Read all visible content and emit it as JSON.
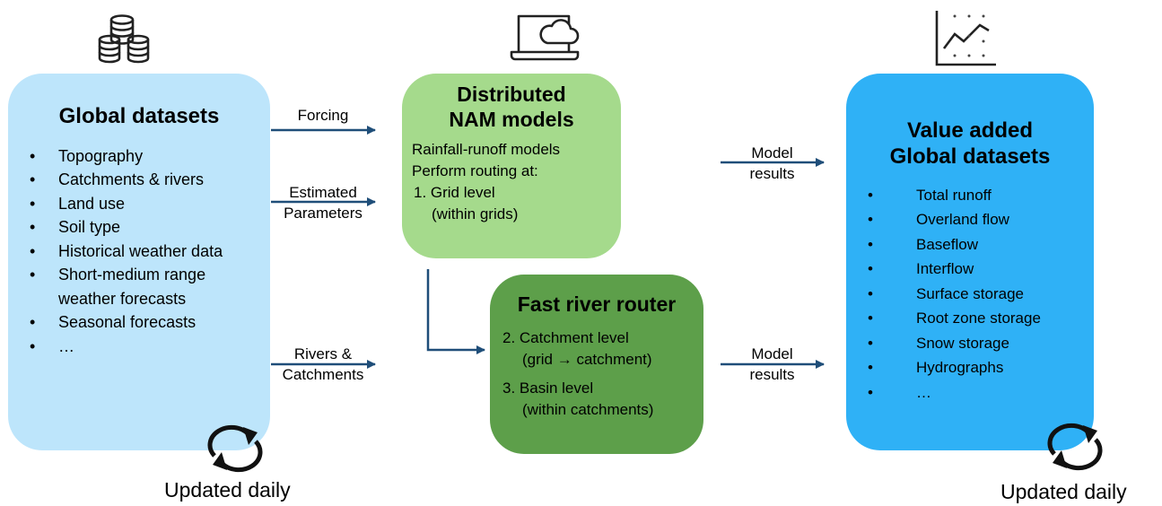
{
  "global_datasets": {
    "title": "Global datasets",
    "items": [
      "Topography",
      "Catchments & rivers",
      "Land use",
      "Soil type",
      "Historical weather data",
      "Short-medium range weather forecasts",
      "Seasonal forecasts",
      "…"
    ],
    "icon": "database-icon",
    "update_label": "Updated daily",
    "color": "#bde5fb"
  },
  "nam_models": {
    "title_line1": "Distributed",
    "title_line2": "NAM models",
    "line1": "Rainfall-runoff models",
    "line2": "Perform routing at:",
    "step1": "1.  Grid level",
    "step1_sub": "(within grids)",
    "icon": "laptop-cloud-icon",
    "color": "#a5da8c"
  },
  "river_router": {
    "title": "Fast river router",
    "step2": "2.  Catchment level",
    "step2_sub": "(grid → catchment)",
    "step3": "3.  Basin level",
    "step3_sub": "(within catchments)",
    "color": "#5d9f4a"
  },
  "value_added": {
    "title_line1": "Value added",
    "title_line2": "Global datasets",
    "items": [
      "Total runoff",
      "Overland flow",
      "Baseflow",
      "Interflow",
      "Surface storage",
      "Root zone storage",
      "Snow storage",
      "Hydrographs",
      "…"
    ],
    "icon": "line-chart-icon",
    "update_label": "Updated daily",
    "color": "#2fb1f6"
  },
  "connectors": {
    "forcing": "Forcing",
    "estimated_line1": "Estimated",
    "estimated_line2": "Parameters",
    "rivers_line1": "Rivers &",
    "rivers_line2": "Catchments",
    "model_results_top_line1": "Model",
    "model_results_top_line2": "results",
    "model_results_bottom_line1": "Model",
    "model_results_bottom_line2": "results",
    "arrow_color": "#1f4e79"
  }
}
